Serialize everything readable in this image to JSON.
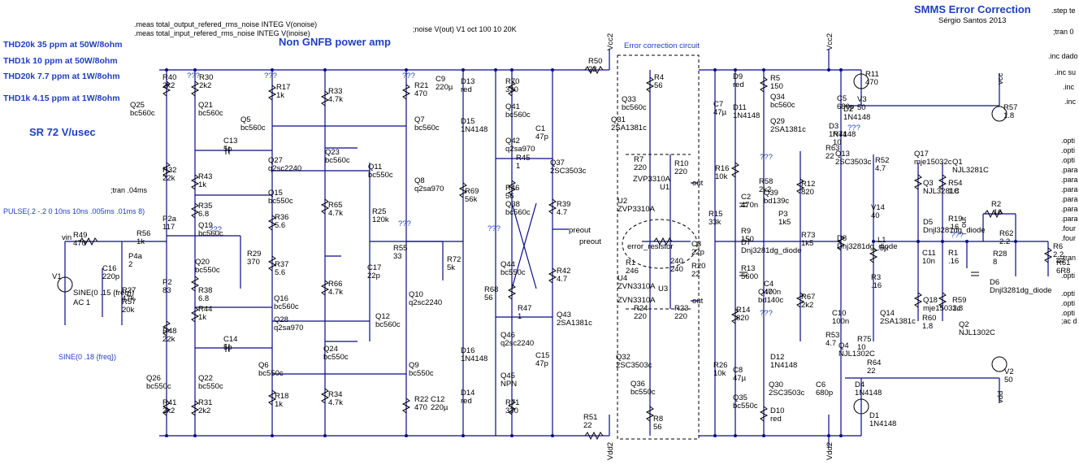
{
  "title": "SMMS Error Correction",
  "author": "Sérgio Santos 2013",
  "subtitle": "Non GNFB power amp",
  "section_error": "Error correction circuit",
  "specs": [
    "THD20k 35 ppm at 50W/8ohm",
    "THD1k 10 ppm at 50W/8ohm",
    "THD20k 7.7 ppm at 1W/8ohm",
    "THD1k 4.15 ppm at 1W/8ohm"
  ],
  "slew": "SR 72 V/usec",
  "directives": {
    "meas1": ".meas total_output_refered_rms_noise INTEG V(onoise)",
    "meas2": ".meas total_input_refered_rms_noise INTEG V(inoise)",
    "noise": ";noise V(out) V1 oct 100 10 20K",
    "tran": ";tran .04ms",
    "pulse": "PULSE(.2 -.2 0 10ns 10ns .005ms .01ms 8)",
    "sine_lower": "SINE(0 .18 {freq})",
    "v1_sine": "SINE(0 .15 {freq})",
    "v1_ac": "AC 1",
    "step": ".step te",
    "tran_right": ";tran 0",
    "inc1": ".inc dado",
    "inc2": ".inc su",
    "inc3": ".inc",
    "inc4": ".inc",
    "opt": ".opti",
    "para": ".para",
    "four": ".four",
    "tran2": ".tran",
    "ac": ";ac d"
  },
  "nets": {
    "vcc2": "Vcc2",
    "vdd2": "Vdd2",
    "vcc": "vcc",
    "vdd": "vdd",
    "vin": "vin",
    "preout": "preout",
    "out": "out",
    "error_resistor": "error_resistor"
  },
  "parts_left": [
    {
      "ref": "R40",
      "val": "2k2"
    },
    {
      "ref": "R30",
      "val": "2k2"
    },
    {
      "ref": "Q25",
      "val": "bc560c"
    },
    {
      "ref": "Q21",
      "val": "bc560c"
    },
    {
      "ref": "R17",
      "val": "1k"
    },
    {
      "ref": "R33",
      "val": "4.7k"
    },
    {
      "ref": "Q5",
      "val": "bc560c"
    },
    {
      "ref": "Q23",
      "val": "bc560c"
    },
    {
      "ref": "C13",
      "val": "5p"
    },
    {
      "ref": "Q27",
      "val": "q2sc2240"
    },
    {
      "ref": "R32",
      "val": "22k"
    },
    {
      "ref": "R43",
      "val": "1k"
    },
    {
      "ref": "Q15",
      "val": "bc550c"
    },
    {
      "ref": "R35",
      "val": "6.8"
    },
    {
      "ref": "R36",
      "val": "5.6"
    },
    {
      "ref": "R65",
      "val": "4.7k"
    },
    {
      "ref": "P2a",
      "val": "117"
    },
    {
      "ref": "Q19",
      "val": "bc560c"
    },
    {
      "ref": "R29",
      "val": "370"
    },
    {
      "ref": "R37",
      "val": "5.6"
    },
    {
      "ref": "Q20",
      "val": "bc550c"
    },
    {
      "ref": "R38",
      "val": "6.8"
    },
    {
      "ref": "R66",
      "val": "4.7k"
    },
    {
      "ref": "P2b",
      "val": "83"
    },
    {
      "ref": "Q16",
      "val": "bc560c"
    },
    {
      "ref": "R44",
      "val": "1k"
    },
    {
      "ref": "Q28",
      "val": "q2sa970"
    },
    {
      "ref": "R48",
      "val": "22k"
    },
    {
      "ref": "C14",
      "val": "5p"
    },
    {
      "ref": "Q24",
      "val": "bc550c"
    },
    {
      "ref": "Q6",
      "val": "bc550c"
    },
    {
      "ref": "Q26",
      "val": "bc550c"
    },
    {
      "ref": "Q22",
      "val": "bc550c"
    },
    {
      "ref": "R18",
      "val": "1k"
    },
    {
      "ref": "R34",
      "val": "4.7k"
    },
    {
      "ref": "R41",
      "val": "2k2"
    },
    {
      "ref": "R31",
      "val": "2k2"
    },
    {
      "ref": "R49",
      "val": "470"
    },
    {
      "ref": "R56",
      "val": "1k"
    },
    {
      "ref": "P4a",
      "val": "2"
    },
    {
      "ref": "C16",
      "val": "220p"
    },
    {
      "ref": "R27",
      "val": "47k"
    },
    {
      "ref": "R57",
      "val": "20k"
    },
    {
      "ref": "V1",
      "val": ""
    }
  ],
  "parts_mid": [
    {
      "ref": "R21",
      "val": "470"
    },
    {
      "ref": "C9",
      "val": "220µ"
    },
    {
      "ref": "Q7",
      "val": "bc560c"
    },
    {
      "ref": "Q11",
      "val": "bc550c"
    },
    {
      "ref": "Q8",
      "val": "q2sa970"
    },
    {
      "ref": "R25",
      "val": "120k"
    },
    {
      "ref": "R55",
      "val": "33"
    },
    {
      "ref": "C17",
      "val": "22p"
    },
    {
      "ref": "Q10",
      "val": "q2sc2240"
    },
    {
      "ref": "Q12",
      "val": "bc560c"
    },
    {
      "ref": "Q9",
      "val": "bc550c"
    },
    {
      "ref": "R22",
      "val": "470"
    },
    {
      "ref": "C12",
      "val": "220µ"
    },
    {
      "ref": "D13",
      "val": "red"
    },
    {
      "ref": "D15",
      "val": "1N4148"
    },
    {
      "ref": "R70",
      "val": "330"
    },
    {
      "ref": "Q41",
      "val": "bc560c"
    },
    {
      "ref": "C1",
      "val": "47p"
    },
    {
      "ref": "Q42",
      "val": "q2sa970"
    },
    {
      "ref": "R45",
      "val": "1"
    },
    {
      "ref": "Q37",
      "val": "2SC3503c"
    },
    {
      "ref": "R69",
      "val": "56k"
    },
    {
      "ref": "R46",
      "val": "56"
    },
    {
      "ref": "Q38",
      "val": "bc560c"
    },
    {
      "ref": "R39",
      "val": "4.7"
    },
    {
      "ref": "R72",
      "val": "5k"
    },
    {
      "ref": "Q44",
      "val": "bc550c"
    },
    {
      "ref": "R42",
      "val": "4.7"
    },
    {
      "ref": "R68",
      "val": "56"
    },
    {
      "ref": "R47",
      "val": "1"
    },
    {
      "ref": "Q43",
      "val": "2SA1381c"
    },
    {
      "ref": "Q46",
      "val": "q2sc2240"
    },
    {
      "ref": "D16",
      "val": "1N4148"
    },
    {
      "ref": "C15",
      "val": "47p"
    },
    {
      "ref": "Q45",
      "val": "NPN"
    },
    {
      "ref": "D14",
      "val": "red"
    },
    {
      "ref": "R71",
      "val": "330"
    },
    {
      "ref": "R50",
      "val": "22"
    },
    {
      "ref": "R51",
      "val": "22"
    }
  ],
  "parts_err": [
    {
      "ref": "R4",
      "val": "56"
    },
    {
      "ref": "Q33",
      "val": "bc560c"
    },
    {
      "ref": "Q31",
      "val": "2SA1381c"
    },
    {
      "ref": "R7",
      "val": "220"
    },
    {
      "ref": "R10",
      "val": "220"
    },
    {
      "ref": "ZVP3310A",
      "val": ""
    },
    {
      "ref": "U1",
      "val": ""
    },
    {
      "ref": "U2",
      "val": "ZVP3310A"
    },
    {
      "ref": "R1",
      "val": "246"
    },
    {
      "ref": "U4",
      "val": "ZVN3310A"
    },
    {
      "ref": "U3",
      "val": ""
    },
    {
      "ref": "ZVN3310A",
      "val": ""
    },
    {
      "ref": "R24",
      "val": "220"
    },
    {
      "ref": "R23",
      "val": "220"
    },
    {
      "ref": "C3",
      "val": "22p"
    },
    {
      "ref": "R20",
      "val": "22"
    },
    {
      "ref": "Q32",
      "val": "2SC3503c"
    },
    {
      "ref": "Q36",
      "val": "bc550c"
    },
    {
      "ref": "R8",
      "val": "56"
    },
    {
      "ref": "240",
      "val": "240"
    }
  ],
  "parts_right": [
    {
      "ref": "D9",
      "val": "red"
    },
    {
      "ref": "R5",
      "val": "150"
    },
    {
      "ref": "C7",
      "val": "47µ"
    },
    {
      "ref": "D11",
      "val": "1N4148"
    },
    {
      "ref": "Q34",
      "val": "bc560c"
    },
    {
      "ref": "Q29",
      "val": "2SA1381c"
    },
    {
      "ref": "R16",
      "val": "10k"
    },
    {
      "ref": "R58",
      "val": "2k2"
    },
    {
      "ref": "C2",
      "val": "470n"
    },
    {
      "ref": "R15",
      "val": "33k"
    },
    {
      "ref": "R12",
      "val": "820"
    },
    {
      "ref": "Q39",
      "val": "bd139c"
    },
    {
      "ref": "P3",
      "val": "1k5"
    },
    {
      "ref": "R73",
      "val": "1k5"
    },
    {
      "ref": "R13",
      "val": "5600"
    },
    {
      "ref": "C4",
      "val": "470n"
    },
    {
      "ref": "Q40",
      "val": "bd140c"
    },
    {
      "ref": "R67",
      "val": "2k2"
    },
    {
      "ref": "R14",
      "val": "820"
    },
    {
      "ref": "R26",
      "val": "10k"
    },
    {
      "ref": "C8",
      "val": "47µ"
    },
    {
      "ref": "D12",
      "val": "1N4148"
    },
    {
      "ref": "Q30",
      "val": "2SC3503c"
    },
    {
      "ref": "Q35",
      "val": "bc550c"
    },
    {
      "ref": "D10",
      "val": "red"
    },
    {
      "ref": "R9",
      "val": "150"
    },
    {
      "ref": "D7",
      "val": "Dnj3281dg_diode"
    },
    {
      "ref": "D8",
      "val": "Dnj3281dg_diode"
    },
    {
      "ref": "R11",
      "val": "470"
    },
    {
      "ref": "V3",
      "val": "50"
    },
    {
      "ref": "C5",
      "val": "680p"
    },
    {
      "ref": "D2",
      "val": "1N4148"
    },
    {
      "ref": "D3",
      "val": "1N4148"
    },
    {
      "ref": "R74",
      "val": "10"
    },
    {
      "ref": "R63",
      "val": "22"
    },
    {
      "ref": "Q13",
      "val": "2SC3503c"
    },
    {
      "ref": "R52",
      "val": "4.7"
    },
    {
      "ref": "Q17",
      "val": "mje15032c"
    },
    {
      "ref": "Q1",
      "val": "NJL3281C"
    },
    {
      "ref": "Q3",
      "val": "NJL3281C"
    },
    {
      "ref": "R54",
      "val": "1.8"
    },
    {
      "ref": "R57b",
      "val": "1.8"
    },
    {
      "ref": "V14",
      "val": "40"
    },
    {
      "ref": "D5",
      "val": "Dnjl3281dg_diode"
    },
    {
      "ref": "R19",
      "val": ".16"
    },
    {
      "ref": "R2",
      "val": ".16"
    },
    {
      "ref": "R62",
      "val": "2.2"
    },
    {
      "ref": "L1",
      "val": ".5µ"
    },
    {
      "ref": "R6",
      "val": "2.2"
    },
    {
      "ref": "R28",
      "val": "8"
    },
    {
      "ref": "R61",
      "val": "6R8"
    },
    {
      "ref": "C11",
      "val": "10n"
    },
    {
      "ref": "R1b",
      "val": ".16"
    },
    {
      "ref": "R3",
      "val": ".16"
    },
    {
      "ref": "D6",
      "val": "Dnjl3281dg_diode"
    },
    {
      "ref": "C10",
      "val": "100n"
    },
    {
      "ref": "R53",
      "val": "4.7"
    },
    {
      "ref": "Q14",
      "val": "2SA1381c"
    },
    {
      "ref": "Q18",
      "val": "mje15033c"
    },
    {
      "ref": "R59",
      "val": "1.8"
    },
    {
      "ref": "R60",
      "val": "1.8"
    },
    {
      "ref": "Q2",
      "val": "NJL1302C"
    },
    {
      "ref": "Q4",
      "val": "NJL1302C"
    },
    {
      "ref": "R75",
      "val": "10"
    },
    {
      "ref": "R64",
      "val": "22"
    },
    {
      "ref": "C6",
      "val": "680p"
    },
    {
      "ref": "D4",
      "val": "1N4148"
    },
    {
      "ref": "D1",
      "val": "1N4148"
    },
    {
      "ref": "V2",
      "val": "50"
    },
    {
      "ref": "V15",
      "val": "40"
    }
  ],
  "misc": {
    "qqq": "???"
  }
}
